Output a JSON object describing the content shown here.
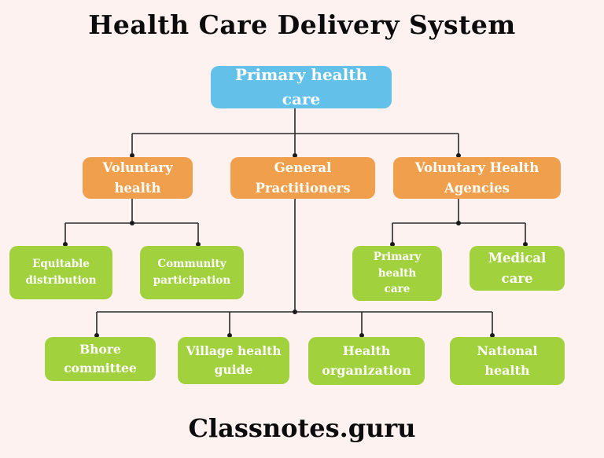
{
  "title": "Health Care Delivery System",
  "footer": "Classnotes.guru",
  "colors": {
    "background": "#fdf2ef",
    "root_box": "#63c0e8",
    "level2_box": "#f0a04c",
    "leaf_box": "#a2d13e",
    "box_text": "#ffffff",
    "heading_text": "#0c0c0c",
    "connector_line": "#2b2b2b"
  },
  "nodes": {
    "primary": "Primary health care",
    "voluntary_health": "Voluntary health",
    "general_practitioners": "General Practitioners",
    "voluntary_health_agencies": "Voluntary Health Agencies",
    "equitable_distribution": "Equitable\ndistribution",
    "community_participation": "Community\nparticipation",
    "primary_health_care": "Primary health\ncare",
    "medical_care": "Medical care",
    "bhore_committee": "Bhore committee",
    "village_health_guide": "Village health\nguide",
    "health_organization": "Health\norganization",
    "national_health": "National\nhealth"
  }
}
